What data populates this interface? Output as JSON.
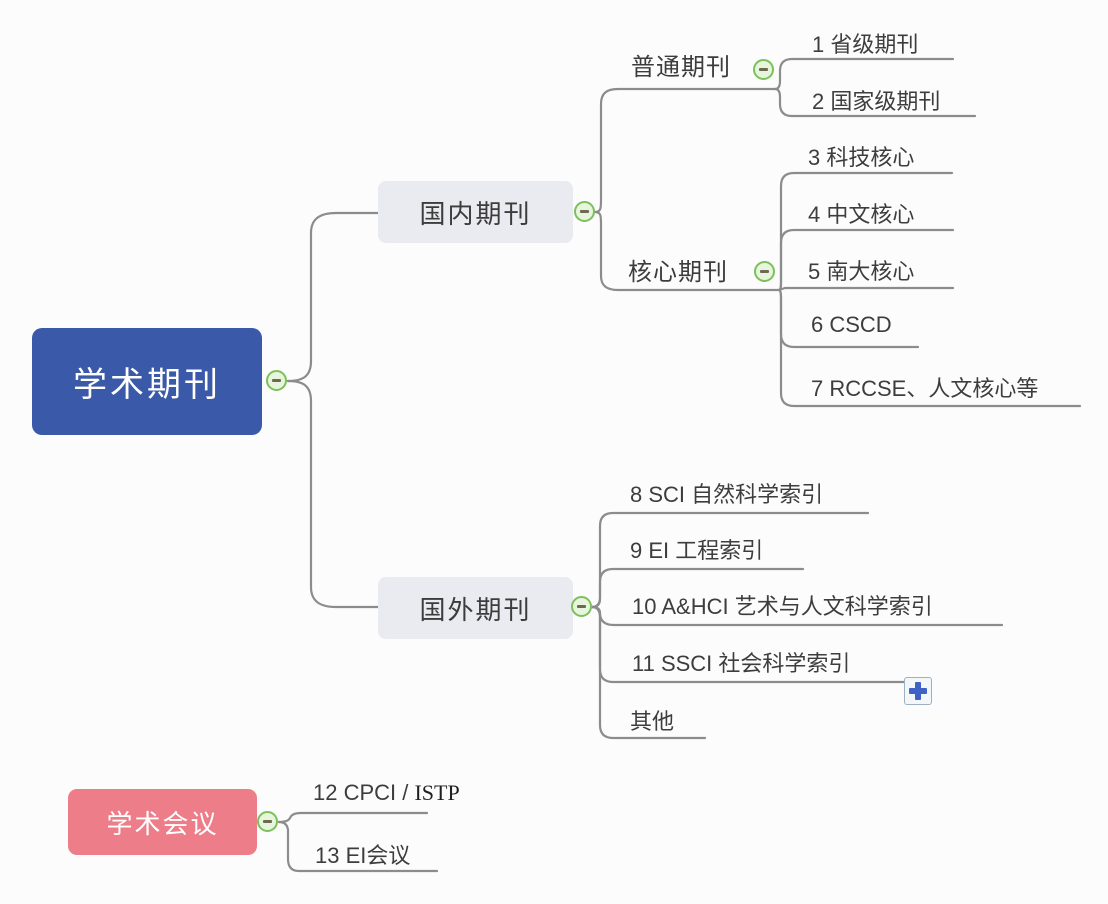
{
  "root": {
    "label": "学术期刊"
  },
  "branches": {
    "domestic": {
      "label": "国内期刊"
    },
    "foreign": {
      "label": "国外期刊"
    },
    "conference": {
      "label": "学术会议"
    }
  },
  "sub_branches": {
    "ordinary": {
      "label": "普通期刊"
    },
    "core": {
      "label": "核心期刊"
    }
  },
  "leaves": {
    "j1": "1 省级期刊",
    "j2": "2 国家级期刊",
    "j3": "3 科技核心",
    "j4": "4 中文核心",
    "j5": "5 南大核心",
    "j6": "6 CSCD",
    "j7": "7 RCCSE、人文核心等",
    "j8": "8 SCI 自然科学索引",
    "j9": "9 EI 工程索引",
    "j10": "10 A&HCI 艺术与人文科学索引",
    "j11": "11 SSCI 社会科学索引",
    "jother": "其他",
    "c12_prefix": "12 CPCI / ",
    "c12_suffix": "ISTP",
    "c13": "13 EI会议"
  },
  "icons": {
    "collapse": "minus-icon",
    "add_subtopic": "plus-icon"
  },
  "colors": {
    "root_bg": "#3b59a9",
    "branch_box_bg": "#eaeaf1",
    "conference_bg": "#ed7d88",
    "connector": "#8c8c8c",
    "collapse_border": "#7cc05c",
    "collapse_bg": "#e7f5dc",
    "plus_blue": "#3e63c4",
    "text_dark": "#3d3d3d",
    "box_text_light": "#ffffff"
  }
}
